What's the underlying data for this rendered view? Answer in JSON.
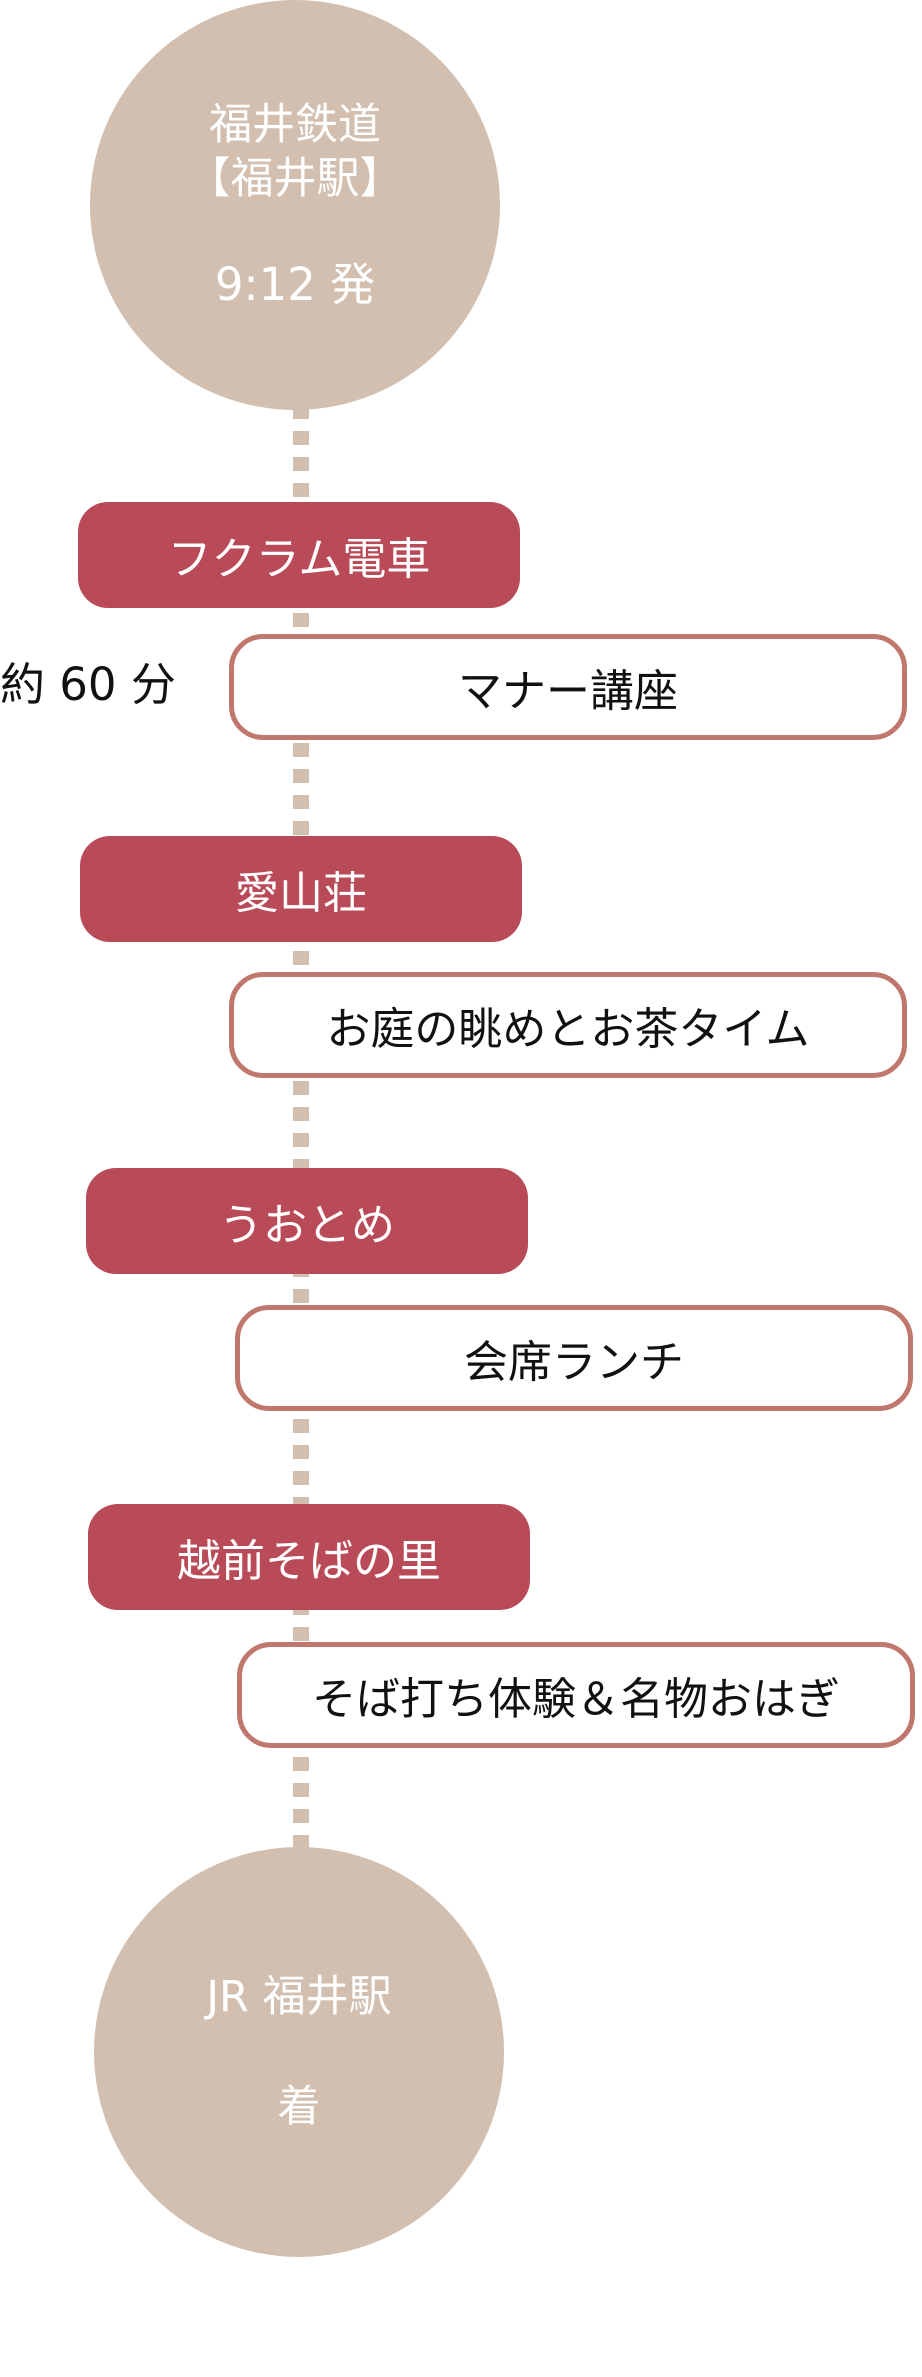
{
  "start": {
    "line1": "福井鉄道",
    "line2": "【福井駅】",
    "time": "9:12 発"
  },
  "duration": "約 60 分",
  "stops": [
    {
      "name": "フクラム電車",
      "activity": "マナー講座"
    },
    {
      "name": "愛山荘",
      "activity": "お庭の眺めとお茶タイム"
    },
    {
      "name": "うおとめ",
      "activity": "会席ランチ"
    },
    {
      "name": "越前そばの里",
      "activity": "そば打ち体験＆名物おはぎ"
    }
  ],
  "end": {
    "station": "JR 福井駅",
    "arrive": "着"
  },
  "colors": {
    "circle": "#d2bfb0",
    "stop": "#b94a57",
    "activity_border": "#c0776e",
    "connector": "#d2bfb0"
  }
}
